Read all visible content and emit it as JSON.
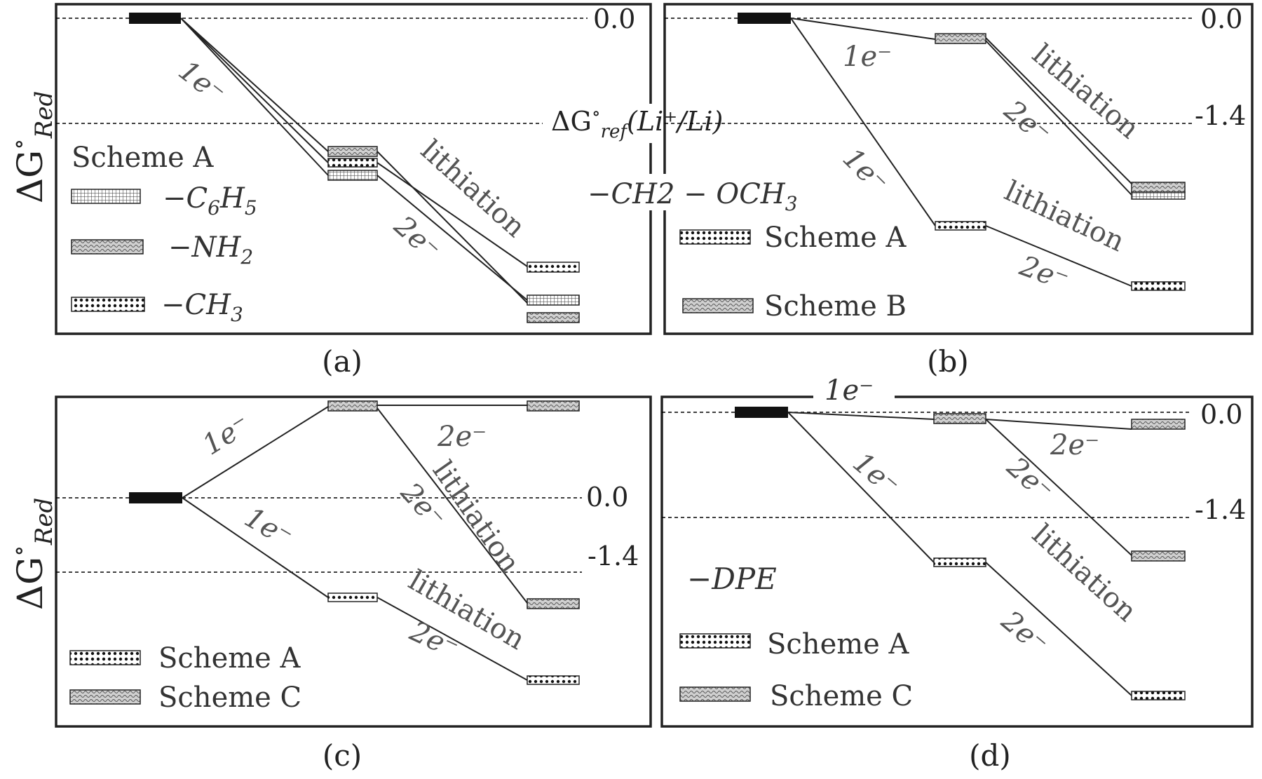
{
  "axis_title": {
    "main": "ΔG",
    "sup": "∘",
    "sub": "Red"
  },
  "chart_data": [
    {
      "type": "energy-diagram",
      "caption": "(a)",
      "ref_lines": [
        {
          "value": 0.0,
          "label": "0.0"
        },
        {
          "value": -1.4,
          "label": "ΔG°ref(Li⁺/Li)",
          "label_main": "ΔG",
          "label_sup": "∘",
          "label_sub": "ref",
          "label_tail": "(Li⁺/Li)"
        }
      ],
      "legend_title": "Scheme A",
      "legend": [
        {
          "label": "−C6H5",
          "main": "−C",
          "sub": "6",
          "main2": "H",
          "sub2": "5",
          "pattern": "grid"
        },
        {
          "label": "−NH2",
          "main": "−NH",
          "sub": "2",
          "pattern": "wave"
        },
        {
          "label": "−CH3",
          "main": "−CH",
          "sub": "3",
          "pattern": "dots"
        }
      ],
      "annotations": {
        "first": "1e⁻",
        "lithiation": "lithiation",
        "second": "2e⁻"
      },
      "series": [
        {
          "name": "−C6H5",
          "levels": [
            0.0,
            -2.05,
            -3.75
          ]
        },
        {
          "name": "−NH2",
          "levels": [
            0.0,
            -1.75,
            -3.95
          ]
        },
        {
          "name": "−CH3",
          "levels": [
            0.0,
            -1.9,
            -3.35
          ]
        }
      ]
    },
    {
      "type": "energy-diagram",
      "caption": "(b)",
      "ref_lines": [
        {
          "value": 0.0,
          "label": "0.0"
        },
        {
          "value": -1.4,
          "label": "-1.4"
        }
      ],
      "substituent": "−CH2 − OCH3",
      "substituent_parts": {
        "main": "−CH2 − OCH",
        "sub": "3"
      },
      "legend": [
        {
          "label": "Scheme A",
          "pattern": "dots"
        },
        {
          "label": "Scheme B",
          "pattern": "wave"
        }
      ],
      "annotations": {
        "first_a": "1e⁻",
        "first_b": "1e⁻",
        "lithiation_a": "lithiation",
        "lithiation_b": "lithiation",
        "second_a": "2e⁻",
        "second_b": "2e⁻"
      },
      "series": [
        {
          "name": "Scheme A",
          "levels": [
            0.0,
            -2.85,
            -3.6
          ]
        },
        {
          "name": "Scheme B",
          "levels": [
            0.0,
            -0.25,
            -2.3
          ]
        }
      ]
    },
    {
      "type": "energy-diagram",
      "caption": "(c)",
      "ref_lines": [
        {
          "value": 0.0,
          "label": "0.0"
        },
        {
          "value": -1.4,
          "label": "-1.4"
        }
      ],
      "legend": [
        {
          "label": "Scheme A",
          "pattern": "dots"
        },
        {
          "label": "Scheme C",
          "pattern": "wave"
        }
      ],
      "annotations": {
        "first_up": "1e⁻",
        "first_down": "1e⁻",
        "second_up": "2e⁻",
        "second_mid": "2e⁻",
        "second_down": "2e⁻",
        "lithiation_up": "lithiation",
        "lithiation_down": "lithiation"
      },
      "series": [
        {
          "name": "Scheme A",
          "levels": [
            0.0,
            -1.85,
            -3.4
          ]
        },
        {
          "name": "Scheme C",
          "levels": [
            0.0,
            1.7,
            1.7
          ]
        }
      ]
    },
    {
      "type": "energy-diagram",
      "caption": "(d)",
      "ref_lines": [
        {
          "value": 0.0,
          "label": "0.0"
        },
        {
          "value": -1.4,
          "label": "-1.4"
        }
      ],
      "top_label": "1e⁻",
      "substituent": "−DPE",
      "legend": [
        {
          "label": "Scheme A",
          "pattern": "dots"
        },
        {
          "label": "Scheme C",
          "pattern": "wave"
        }
      ],
      "annotations": {
        "first": "1e⁻",
        "second_top": "2e⁻",
        "second_mid": "2e⁻",
        "lithiation": "lithiation",
        "second_bottom": "2e⁻"
      },
      "series": [
        {
          "name": "Scheme A",
          "levels": [
            0.0,
            -2.05,
            -3.75
          ]
        },
        {
          "name": "Scheme C",
          "levels": [
            0.0,
            -0.1,
            -0.2
          ]
        }
      ]
    }
  ]
}
